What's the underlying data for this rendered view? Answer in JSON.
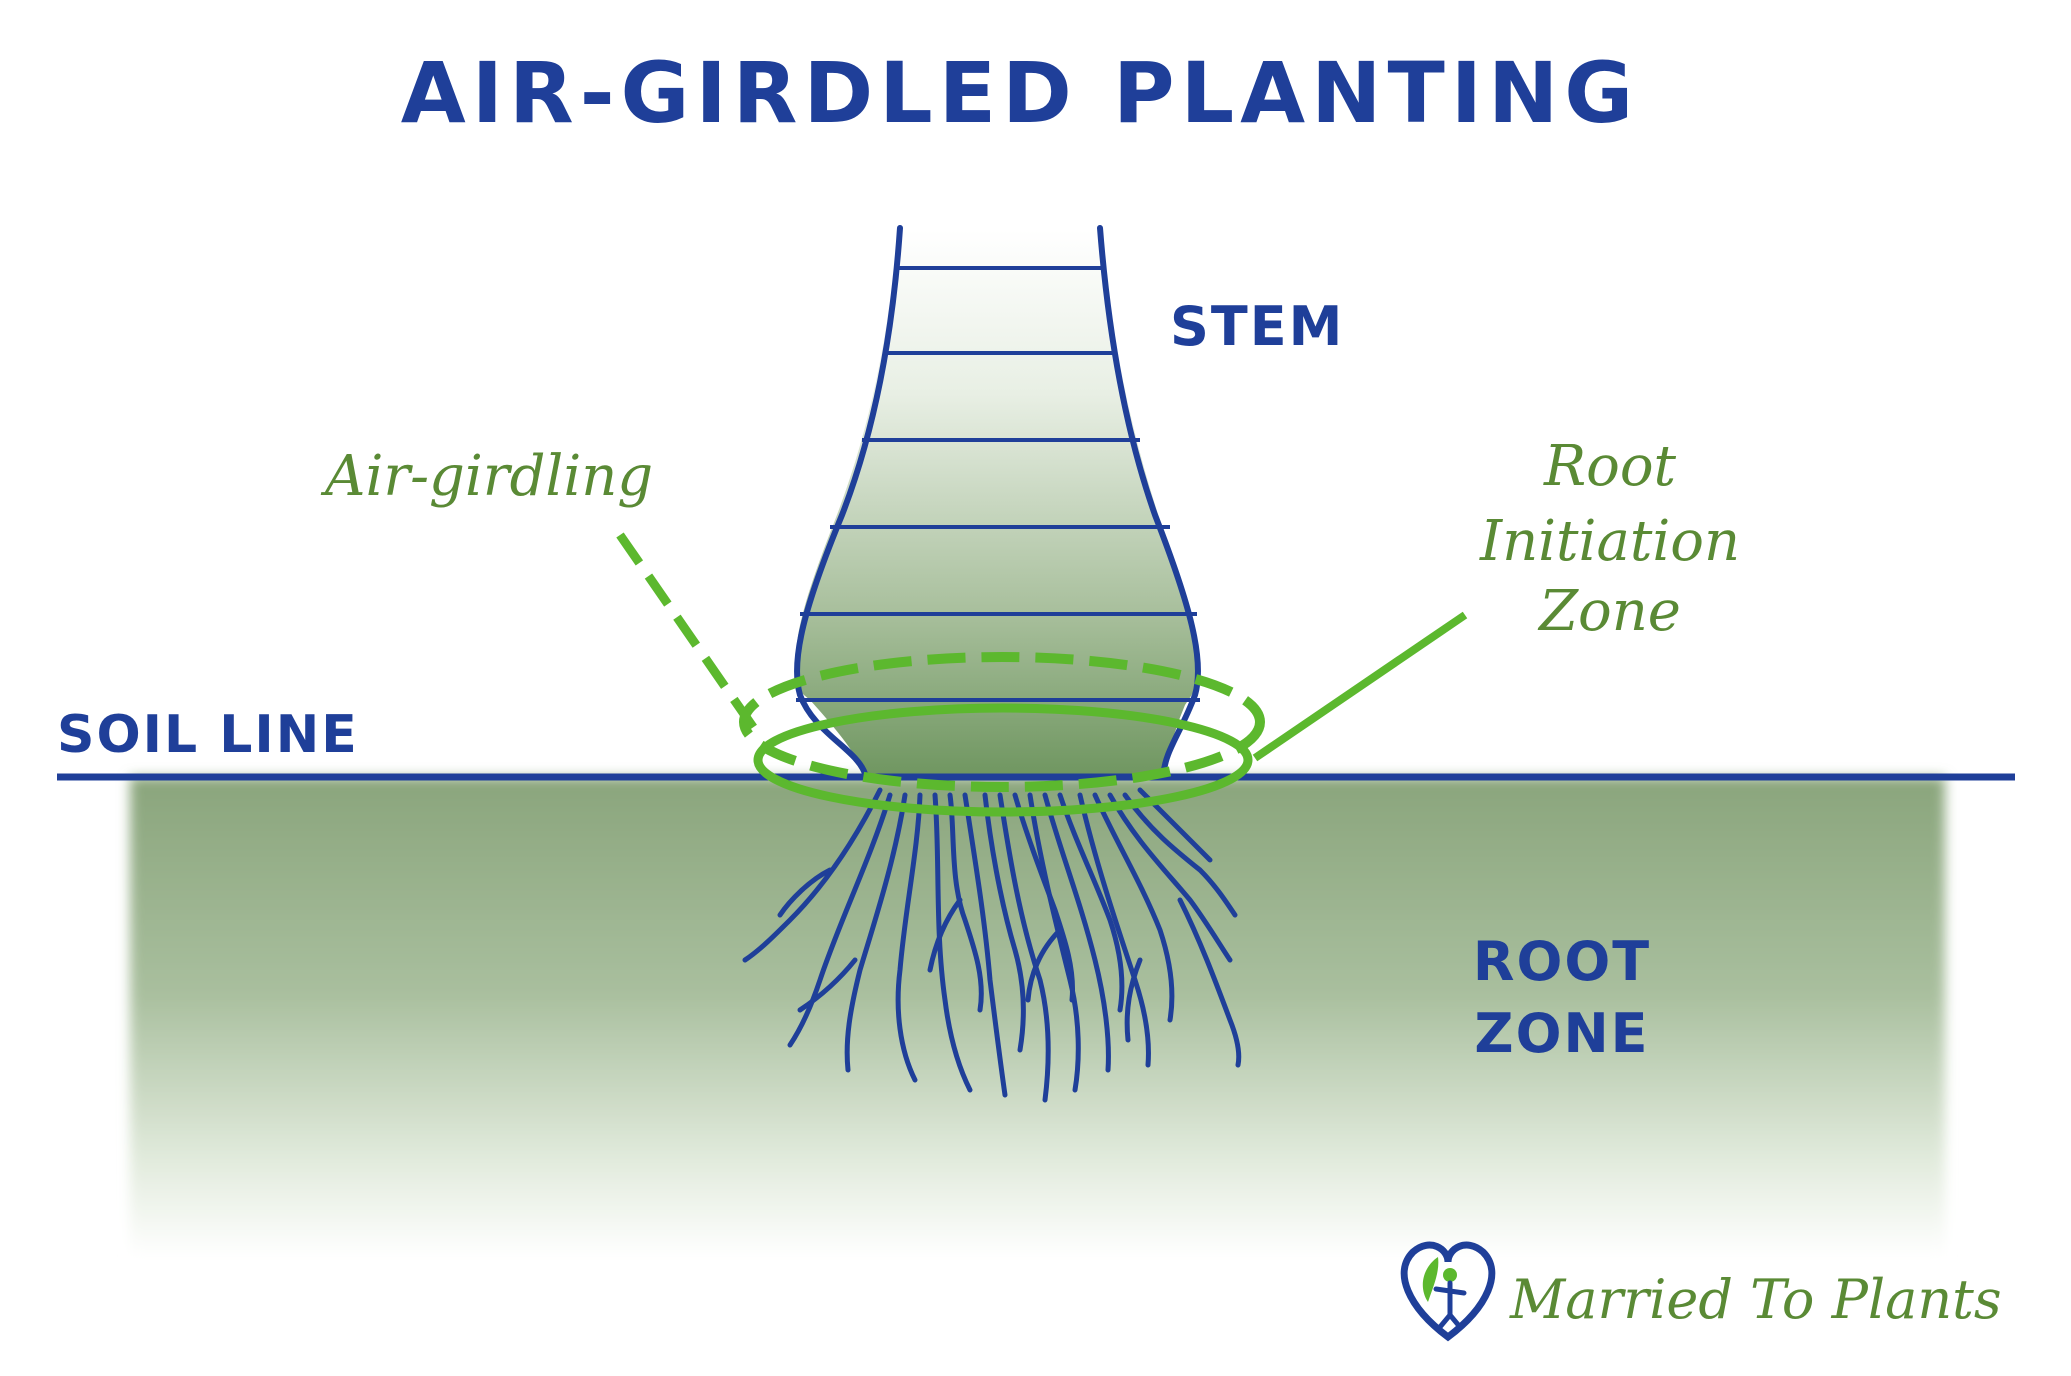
{
  "title": "AIR-GIRDLED PLANTING",
  "labels": {
    "stem": "STEM",
    "air_girdling": "Air-girdling",
    "root_initiation_line1": "Root",
    "root_initiation_line2": "Initiation",
    "root_initiation_line3": "Zone",
    "soil_line": "SOIL LINE",
    "root_zone_line1": "ROOT",
    "root_zone_line2": "ZONE"
  },
  "brand": {
    "name": "Married To Plants",
    "logo_icon": "heart-person-leaf-icon"
  },
  "colors": {
    "blue": "#1f3f99",
    "green_bright": "#5cb82e",
    "green_text": "#5a8a35",
    "soil_top": "#8fab82",
    "soil_bottom": "#ffffff"
  }
}
